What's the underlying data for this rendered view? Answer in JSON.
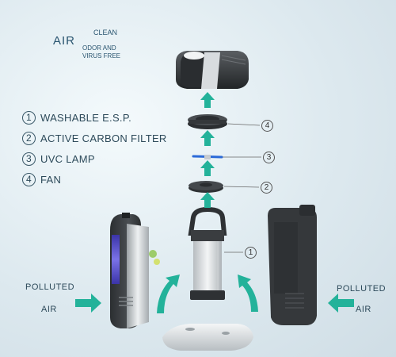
{
  "header": {
    "air": "AIR",
    "clean": "CLEAN",
    "odor_line1": "ODOR AND",
    "odor_line2": "VIRUS FREE"
  },
  "legend": [
    {
      "num": "1",
      "label": "WASHABLE E.S.P."
    },
    {
      "num": "2",
      "label": "ACTIVE CARBON FILTER"
    },
    {
      "num": "3",
      "label": "UVC LAMP"
    },
    {
      "num": "4",
      "label": "FAN"
    }
  ],
  "callouts": [
    "4",
    "3",
    "2",
    "1"
  ],
  "left_label": {
    "line1": "POLLUTED",
    "line2": "AIR"
  },
  "right_label": {
    "line1": "POLLUTED",
    "line2": "AIR"
  },
  "colors": {
    "arrow": "#23b29a",
    "body_dark": "#3a3d40",
    "uv_purple": "#5a54c8",
    "uv_blue": "#2b6ad8"
  }
}
